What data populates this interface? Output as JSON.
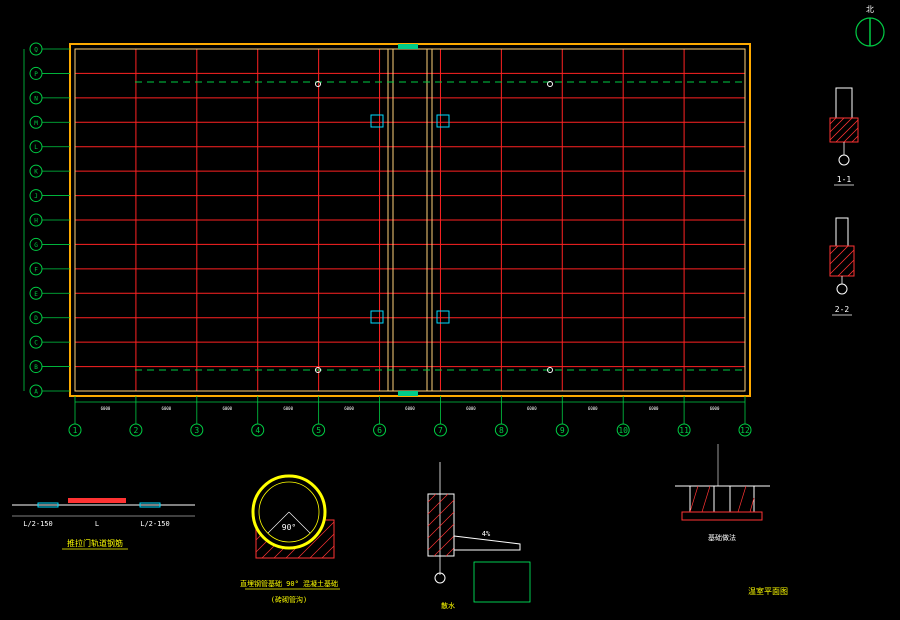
{
  "colors": {
    "background": "#000000",
    "grid": "#ff2222",
    "wall": "#ffaa00",
    "wall_inner": "#ffd27a",
    "dim": "#00cc44",
    "label": "#ffffff",
    "detail": "#ffff00",
    "hatch": "#ff3333",
    "pipe": "#00ddff",
    "note_green": "#00ff66"
  },
  "axes": {
    "columns": [
      "1",
      "2",
      "3",
      "4",
      "5",
      "6",
      "7",
      "8",
      "9",
      "10",
      "11",
      "12"
    ],
    "rows": [
      "Q",
      "P",
      "N",
      "M",
      "L",
      "K",
      "J",
      "H",
      "G",
      "F",
      "E",
      "D",
      "C",
      "B",
      "A"
    ]
  },
  "plan": {
    "dim_label": "6000"
  },
  "sections": {
    "s1_label": "1-1",
    "s2_label": "2-2"
  },
  "details": {
    "pipe_title": "直埋钢管基础 90° 混凝土基础",
    "pipe_subtitle": "(砖砌管沟)",
    "pipe_angle": "90°",
    "gate_title": "推拉门轨道钢筋",
    "gate_left_dim": "L/2-150",
    "gate_mid_dim": "L",
    "gate_right_dim": "L/2-150",
    "edge_label": "散水",
    "footing_label": "基础做法",
    "plan_note": "温室平面图",
    "slope": "4%"
  },
  "compass": {
    "letter": "北"
  }
}
